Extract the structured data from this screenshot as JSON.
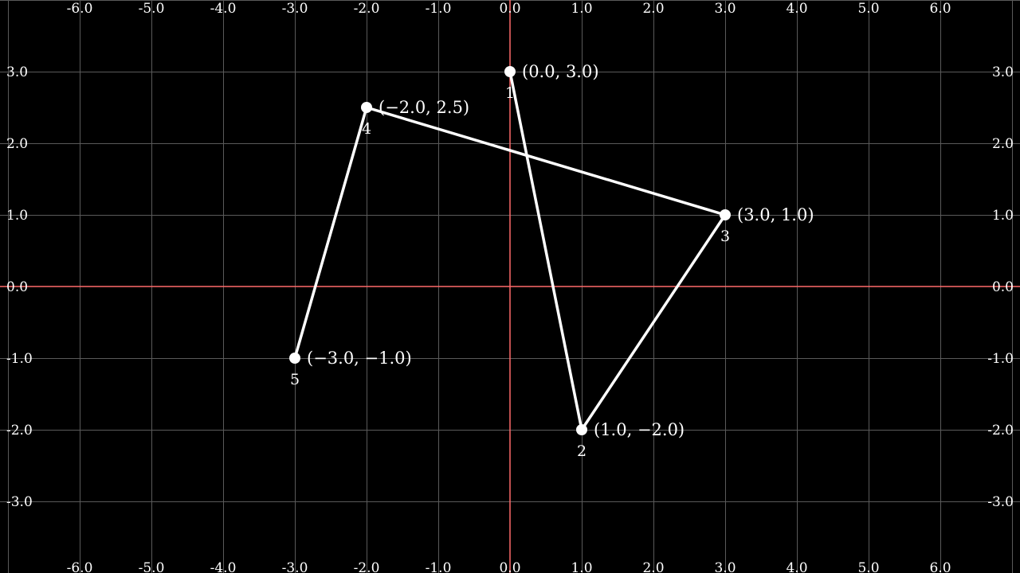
{
  "chart_data": {
    "type": "scatter",
    "x_ticks": [
      "-6.0",
      "-5.0",
      "-4.0",
      "-3.0",
      "-2.0",
      "-1.0",
      "0.0",
      "1.0",
      "2.0",
      "3.0",
      "4.0",
      "5.0",
      "6.0"
    ],
    "y_ticks": [
      "3.0",
      "2.0",
      "1.0",
      "0.0",
      "-1.0",
      "-2.0",
      "-3.0"
    ],
    "xlim": [
      -7.0,
      7.0
    ],
    "ylim": [
      -4.0,
      4.0
    ],
    "grid": true,
    "axis_color": "#ff6b6b",
    "grid_color": "#5a5a5a",
    "point_color": "#ffffff",
    "points": [
      {
        "index": "1",
        "x": 0.0,
        "y": 3.0,
        "label": "(0.0, 3.0)"
      },
      {
        "index": "2",
        "x": 1.0,
        "y": -2.0,
        "label": "(1.0, −2.0)"
      },
      {
        "index": "3",
        "x": 3.0,
        "y": 1.0,
        "label": "(3.0, 1.0)"
      },
      {
        "index": "4",
        "x": -2.0,
        "y": 2.5,
        "label": "(−2.0, 2.5)"
      },
      {
        "index": "5",
        "x": -3.0,
        "y": -1.0,
        "label": "(−3.0, −1.0)"
      }
    ],
    "path_order": [
      "5",
      "4",
      "3",
      "2",
      "1"
    ]
  }
}
